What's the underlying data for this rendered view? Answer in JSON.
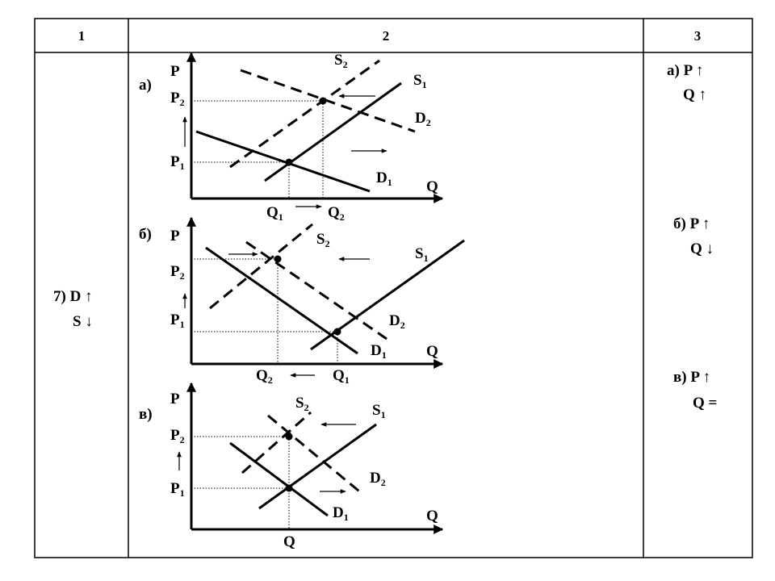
{
  "table": {
    "headers": [
      "1",
      "2",
      "3"
    ],
    "row_label": [
      "7) D ↑",
      "S ↓"
    ],
    "results": [
      {
        "letter": "а)",
        "line1": "P ↑",
        "line2": "Q ↑"
      },
      {
        "letter": "б)",
        "line1": "P ↑",
        "line2": "Q ↓"
      },
      {
        "letter": "в)",
        "line1": "P ↑",
        "line2": "Q ="
      }
    ]
  },
  "panels": [
    {
      "letter": "а)",
      "labels": {
        "P": "P",
        "Q": "Q",
        "P2": [
          "P",
          "2"
        ],
        "P1": [
          "P",
          "1"
        ],
        "S2": [
          "S",
          "2"
        ],
        "S1": [
          "S",
          "1"
        ],
        "D2": [
          "D",
          "2"
        ],
        "D1": [
          "D",
          "1"
        ],
        "Qa": [
          "Q",
          "1"
        ],
        "Qb": [
          "Q",
          "2"
        ]
      }
    },
    {
      "letter": "б)",
      "labels": {
        "P": "P",
        "Q": "Q",
        "P2": [
          "P",
          "2"
        ],
        "P1": [
          "P",
          "1"
        ],
        "S2": [
          "S",
          "2"
        ],
        "S1": [
          "S",
          "1"
        ],
        "D2": [
          "D",
          "2"
        ],
        "D1": [
          "D",
          "1"
        ],
        "Qa": [
          "Q",
          "2"
        ],
        "Qb": [
          "Q",
          "1"
        ]
      }
    },
    {
      "letter": "в)",
      "labels": {
        "P": "P",
        "Q": "Q",
        "P2": [
          "P",
          "2"
        ],
        "P1": [
          "P",
          "1"
        ],
        "S2": [
          "S",
          "2"
        ],
        "S1": [
          "S",
          "1"
        ],
        "D2": [
          "D",
          "2"
        ],
        "D1": [
          "D",
          "1"
        ],
        "Qeq": "Q"
      }
    }
  ]
}
